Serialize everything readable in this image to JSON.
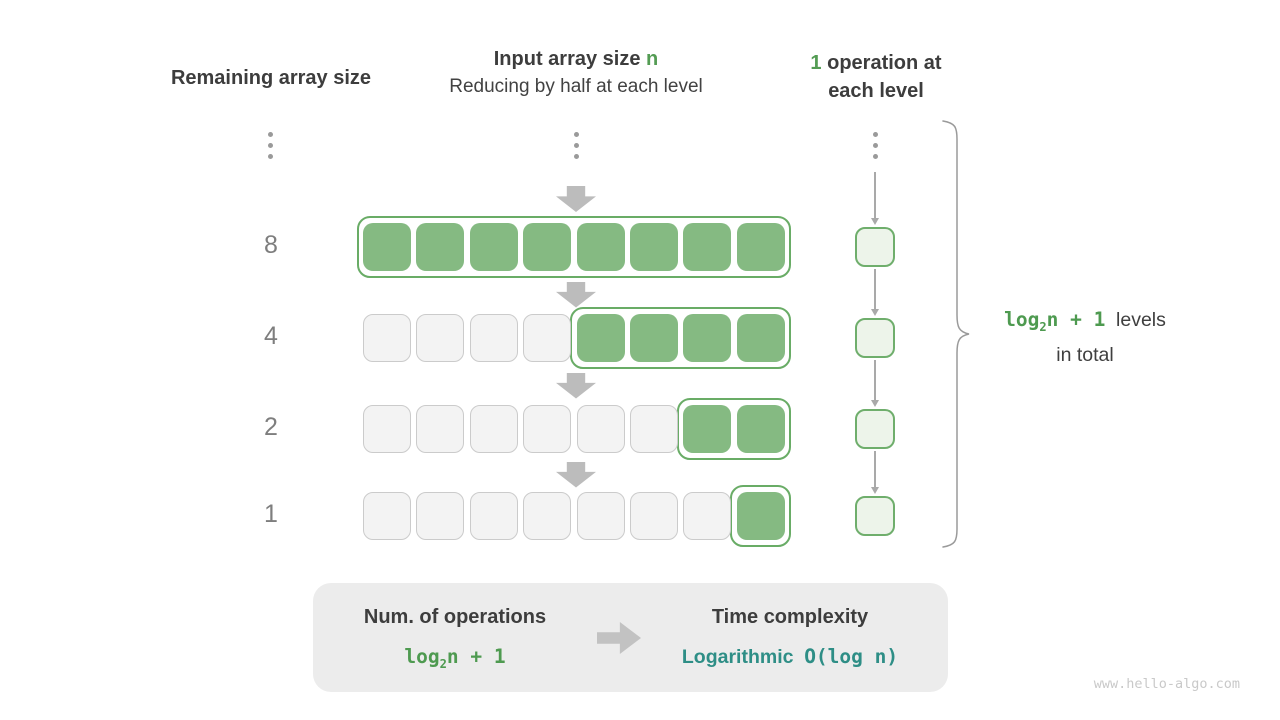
{
  "headers": {
    "left": "Remaining array size",
    "center_title": "Input array size",
    "center_title_accent": "n",
    "center_subtitle": "Reducing by half at each level",
    "right_accent": "1",
    "right_line1": "operation at",
    "right_line2": "each level"
  },
  "diagram": {
    "total_cells": 8,
    "rows": [
      {
        "label": "8",
        "empty": 0,
        "filled": 8
      },
      {
        "label": "4",
        "empty": 4,
        "filled": 4
      },
      {
        "label": "2",
        "empty": 6,
        "filled": 2
      },
      {
        "label": "1",
        "empty": 7,
        "filled": 1
      }
    ]
  },
  "brace_note": {
    "formula_pre": "log",
    "formula_sub": "2",
    "formula_post": "n + 1",
    "suffix": "levels",
    "line2": "in total"
  },
  "summary": {
    "operations_title": "Num. of operations",
    "operations_formula_pre": "log",
    "operations_formula_sub": "2",
    "operations_formula_post": "n + 1",
    "complexity_title": "Time complexity",
    "complexity_name": "Logarithmic",
    "complexity_code": "O(log n)"
  },
  "watermark": "www.hello-algo.com",
  "colors": {
    "green_fill": "#85ba82",
    "green_outline": "#69ac66",
    "green_text": "#549c54",
    "op_cell_fill": "#edf4ea",
    "op_cell_border": "#6fae6c",
    "empty_cell_fill": "#f3f3f3",
    "empty_cell_border": "#cbcbcb",
    "block_arrow": "#bcbcbc",
    "teal_text": "#2e8e86",
    "summary_bg": "#ececec",
    "dark_text": "#3d3d3d",
    "label_gray": "#7e7e7e"
  }
}
